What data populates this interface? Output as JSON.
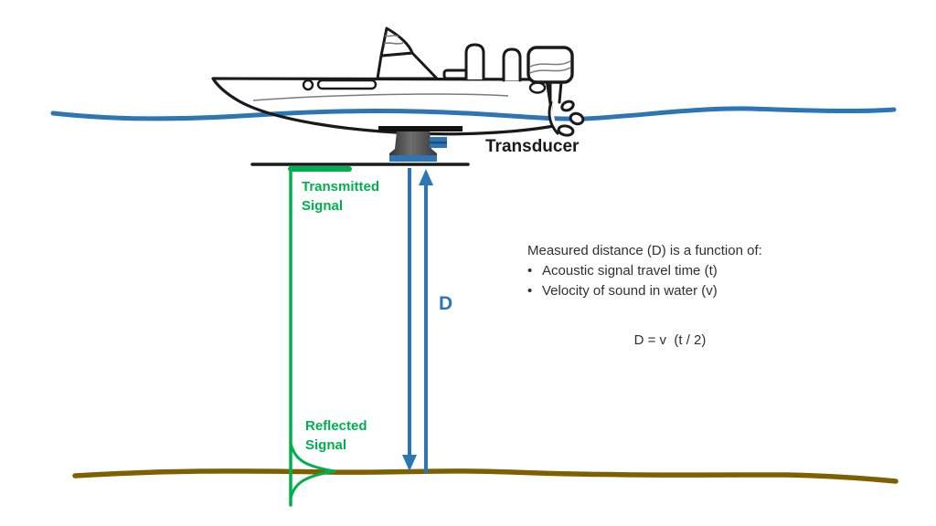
{
  "labels": {
    "transducer": "Transducer",
    "transmitted_signal": [
      "Transmitted",
      "Signal"
    ],
    "reflected_signal": [
      "Reflected",
      "Signal"
    ],
    "distance": "D"
  },
  "info": {
    "title": "Measured distance (D) is a function of:",
    "bullet_char": "•",
    "bullets": [
      "Acoustic signal travel time (t)",
      "Velocity of sound in water (v)"
    ],
    "equation": "D = v  (t / 2)"
  },
  "colors": {
    "water_blue": "#2e75b6",
    "signal_green": "#00b050",
    "seafloor_brown": "#7f6000",
    "transducer_gray": "#4d4d4d",
    "text_dark": "#303030"
  }
}
